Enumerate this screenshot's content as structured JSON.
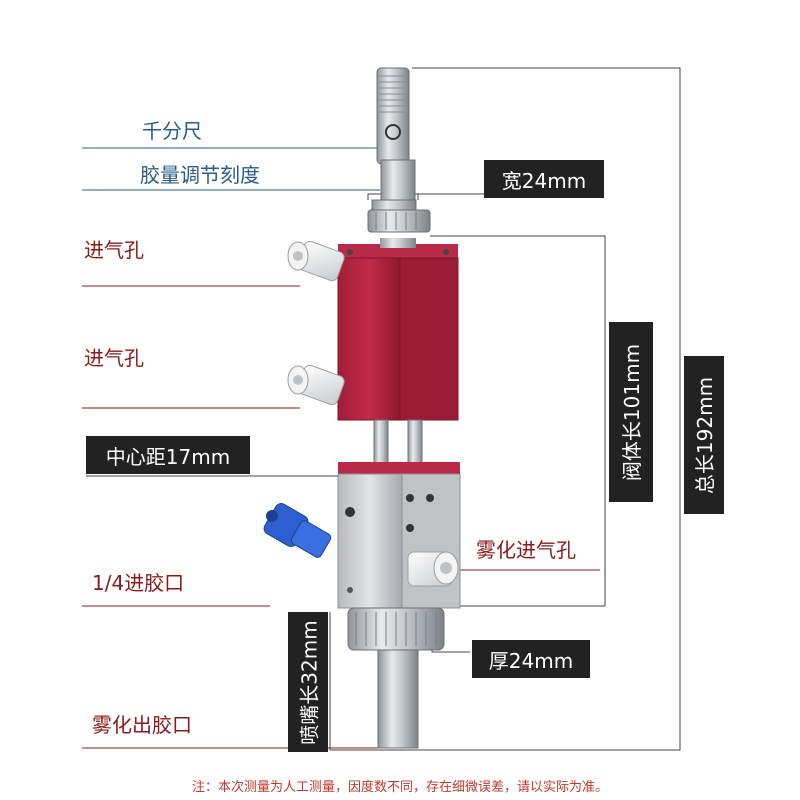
{
  "labels": {
    "micrometer": "千分尺",
    "glue_scale": "胶量调节刻度",
    "air_inlet_1": "进气孔",
    "air_inlet_2": "进气孔",
    "atomizing_air_inlet": "雾化进气孔",
    "glue_inlet": "1/4进胶口",
    "atomizing_outlet": "雾化出胶口"
  },
  "dimensions": {
    "width": "宽24mm",
    "center_distance": "中心距17mm",
    "thickness": "厚24mm",
    "valve_length": "阀体长101mm",
    "total_length": "总长192mm",
    "nozzle_length": "喷嘴长32mm"
  },
  "note": "注：本次测量为人工测量，因度数不同，存在细微误差，请以实际为准。",
  "colors": {
    "valve_body": "#b3243f",
    "label_red": "#8b1a1a",
    "label_blue": "#2a5d8a",
    "dimension_box": "#222222",
    "glue_fitting": "#2e5fd0"
  }
}
